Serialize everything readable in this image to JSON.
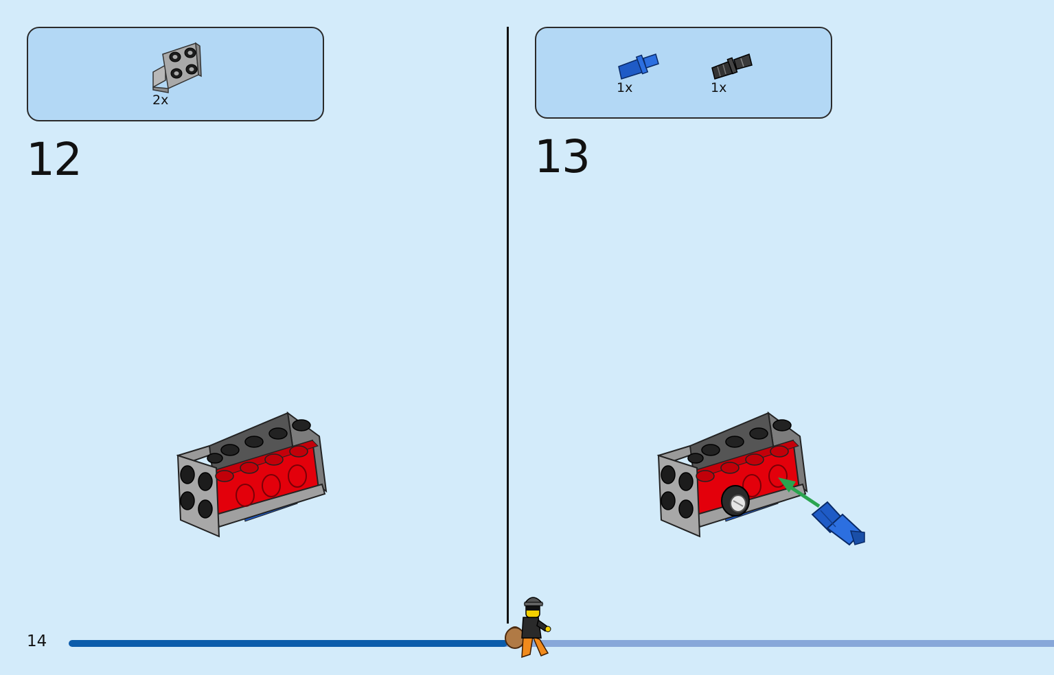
{
  "page": {
    "number": "14"
  },
  "progress": {
    "fraction": 0.445
  },
  "steps": [
    {
      "number": "12",
      "parts": [
        {
          "icon": "grey-bracket-plate-icon",
          "qty": "2x"
        }
      ]
    },
    {
      "number": "13",
      "parts": [
        {
          "icon": "blue-axle-pin-icon",
          "qty": "1x"
        },
        {
          "icon": "black-friction-pin-icon",
          "qty": "1x"
        }
      ]
    }
  ],
  "colors": {
    "background": "#d3ebfa",
    "parts_box": "#b3d8f5",
    "brick_red": "#e3000b",
    "plate_grey": "#a0a0a0",
    "pin_blue": "#1f5bc6",
    "progress_done": "#0b5cab",
    "progress_todo": "#87a7d9",
    "arrow_green": "#2aa44f"
  }
}
